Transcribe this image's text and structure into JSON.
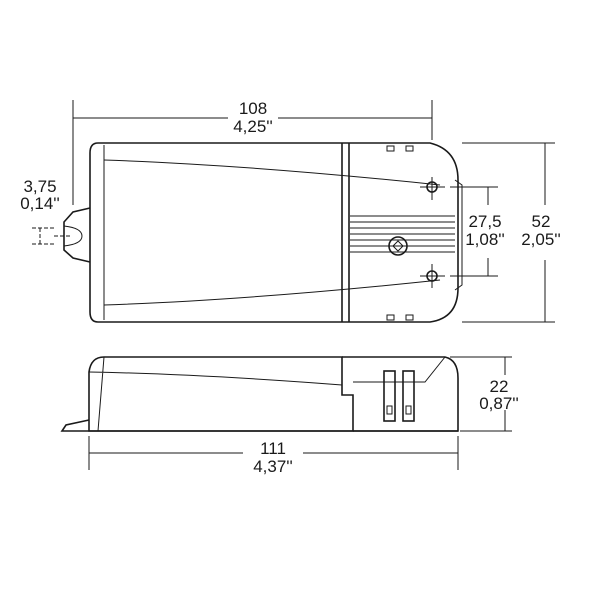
{
  "top_view": {
    "length_mm": "108",
    "length_in": "4,25''",
    "width_mm": "52",
    "width_in": "2,05''",
    "hole_spacing_mm": "27,5",
    "hole_spacing_in": "1,08''",
    "slot_mm": "3,75",
    "slot_in": "0,14''"
  },
  "side_view": {
    "length_mm": "111",
    "length_in": "4,37''",
    "height_mm": "22",
    "height_in": "0,87''"
  }
}
